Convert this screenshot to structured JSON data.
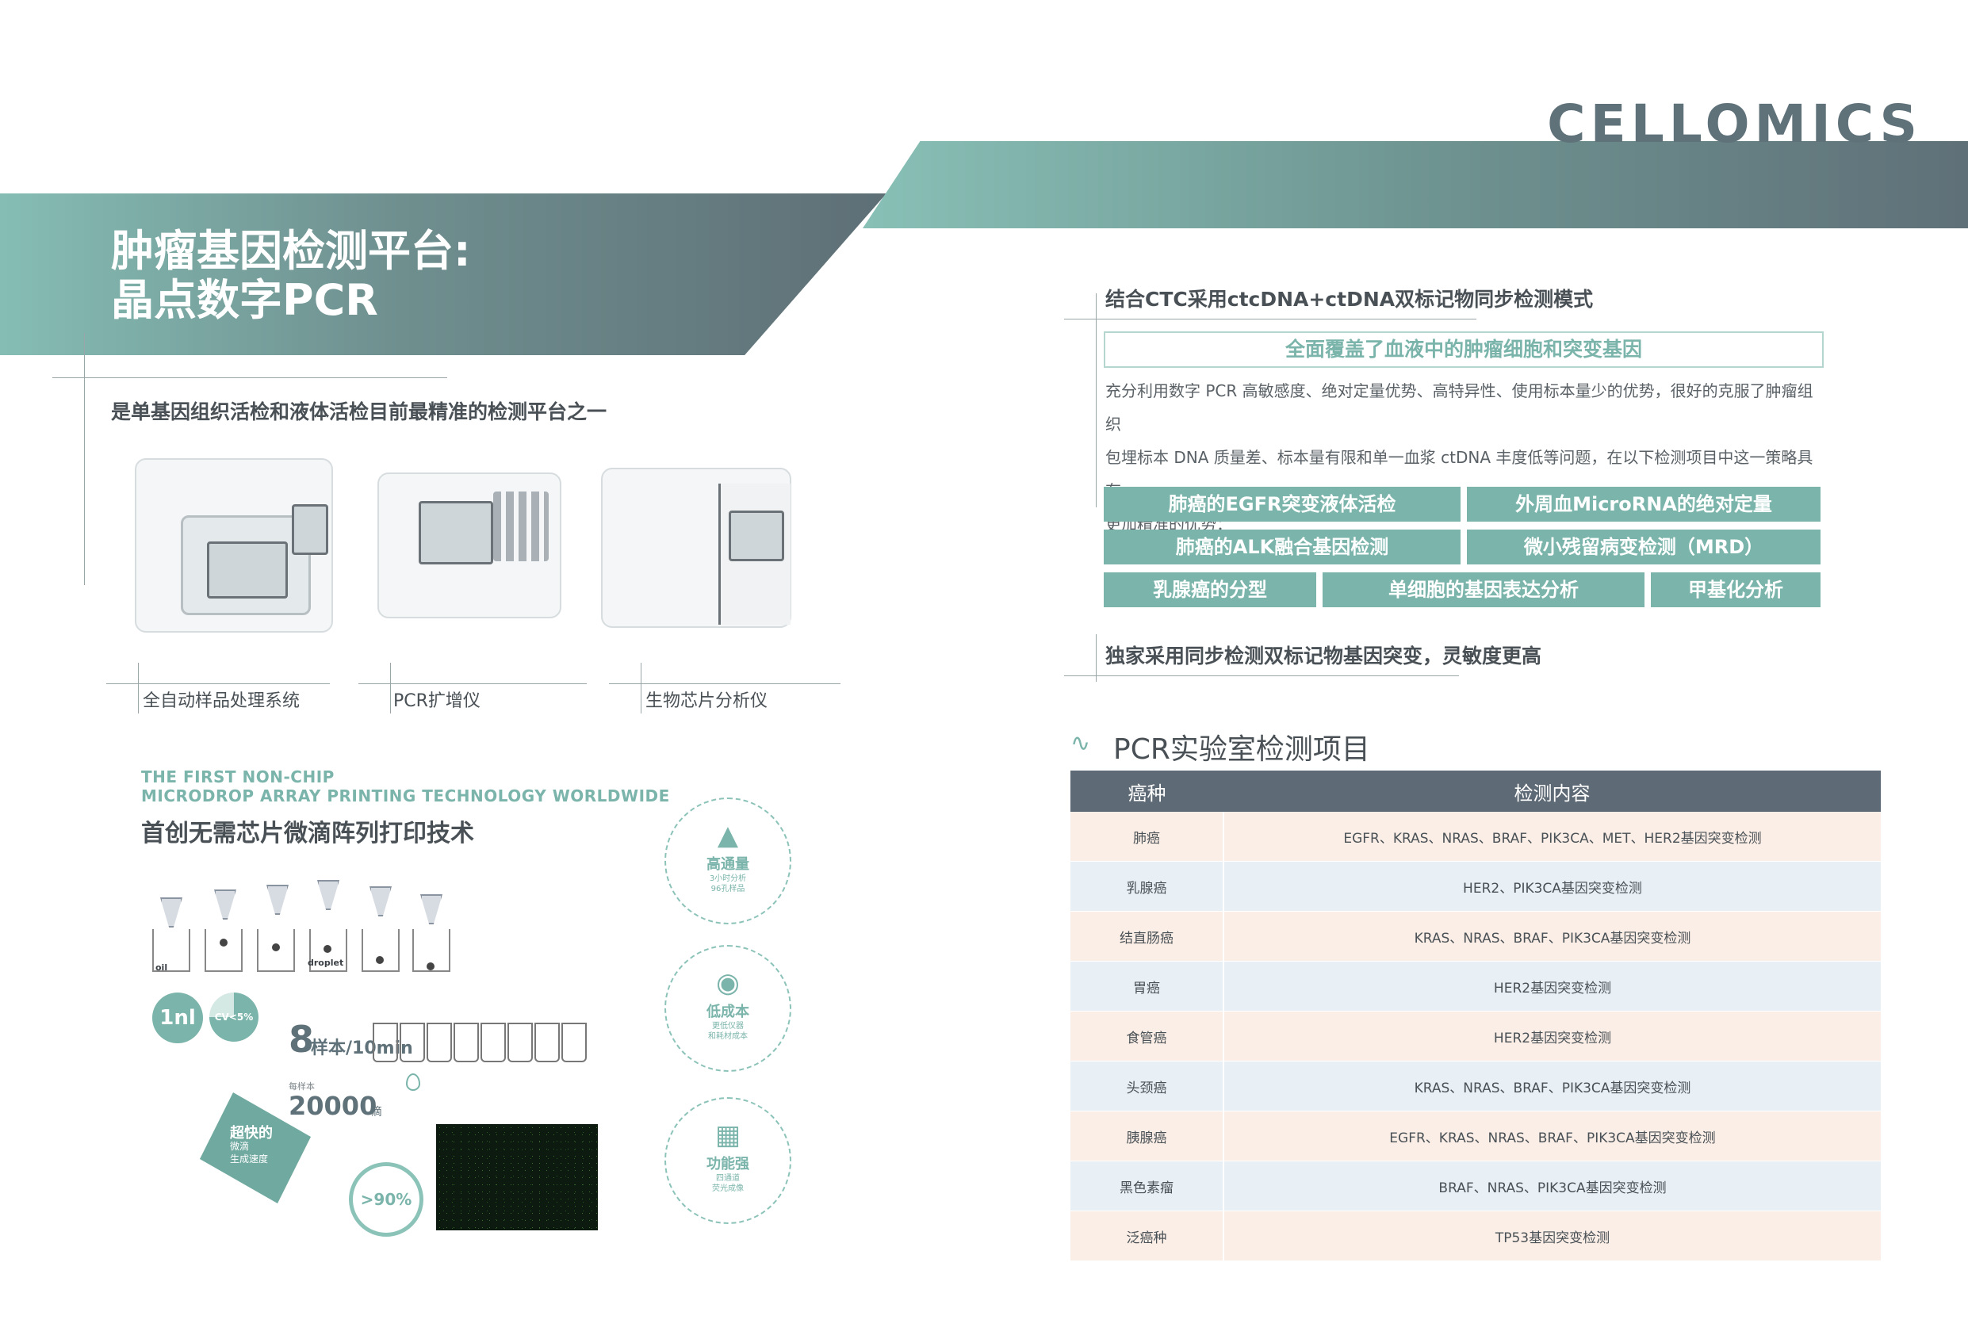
{
  "brand": {
    "logo": "CELLOMICS"
  },
  "left": {
    "title_line1": "肿瘤基因检测平台:",
    "title_line2": "晶点数字PCR",
    "subtitle": "是单基因组织活检和液体活检目前最精准的检测平台之一",
    "devices": [
      {
        "label": "全自动样品处理系统"
      },
      {
        "label": "PCR扩增仪"
      },
      {
        "label": "生物芯片分析仪"
      }
    ],
    "tech": {
      "eng_line1": "THE FIRST NON-CHIP",
      "eng_line2": "MICRODROP ARRAY PRINTING TECHNOLOGY WORLDWIDE",
      "cn": "首创无需芯片微滴阵列打印技术",
      "oil": "oil",
      "droplet": "droplet",
      "vol": "1nl",
      "cv": "CV<5%",
      "speed_num": "8",
      "speed_unit": "样本/10min",
      "per_sample": "每样本",
      "drops_num": "20000",
      "drops_unit": "滴",
      "fast_title": "超快的",
      "fast_sub1": "微滴",
      "fast_sub2": "生成速度",
      "pct": ">90%"
    },
    "features": [
      {
        "icon": "rocket-icon",
        "title": "高通量",
        "sub1": "3小时分析",
        "sub2": "96孔样品"
      },
      {
        "icon": "coins-icon",
        "title": "低成本",
        "sub1": "更低仪器",
        "sub2": "和耗材成本"
      },
      {
        "icon": "signal-icon",
        "title": "功能强",
        "sub1": "四通道",
        "sub2": "荧光成像"
      }
    ]
  },
  "right": {
    "heading1": "结合CTC采用ctcDNA+ctDNA双标记物同步检测模式",
    "highlight": "全面覆盖了血液中的肿瘤细胞和突变基因",
    "para_line1": "充分利用数字 PCR 高敏感度、绝对定量优势、高特异性、使用标本量少的优势，很好的克服了肿瘤组织",
    "para_line2": "包埋标本 DNA 质量差、标本量有限和单一血浆 ctDNA 丰度低等问题，在以下检测项目中这一策略具有",
    "para_line3": "更加精准的优势：",
    "grid_row1": [
      "肺癌的EGFR突变液体活检",
      "外周血MicroRNA的绝对定量"
    ],
    "grid_row2": [
      "肺癌的ALK融合基因检测",
      "微小残留病变检测（MRD）"
    ],
    "grid_row3": [
      "乳腺癌的分型",
      "单细胞的基因表达分析",
      "甲基化分析"
    ],
    "heading2": "独家采用同步检测双标记物基因突变，灵敏度更高",
    "lab_title": "PCR实验室检测项目",
    "table": {
      "headers": [
        "癌种",
        "检测内容"
      ],
      "rows": [
        [
          "肺癌",
          "EGFR、KRAS、NRAS、BRAF、PIK3CA、MET、HER2基因突变检测"
        ],
        [
          "乳腺癌",
          "HER2、PIK3CA基因突变检测"
        ],
        [
          "结直肠癌",
          "KRAS、NRAS、BRAF、PIK3CA基因突变检测"
        ],
        [
          "胃癌",
          "HER2基因突变检测"
        ],
        [
          "食管癌",
          "HER2基因突变检测"
        ],
        [
          "头颈癌",
          "KRAS、NRAS、BRAF、PIK3CA基因突变检测"
        ],
        [
          "胰腺癌",
          "EGFR、KRAS、NRAS、BRAF、PIK3CA基因突变检测"
        ],
        [
          "黑色素瘤",
          "BRAF、NRAS、PIK3CA基因突变检测"
        ],
        [
          "泛癌种",
          "TP53基因突变检测"
        ]
      ]
    }
  },
  "colors": {
    "teal": "#7ab4aa",
    "slate": "#5e6a75",
    "row_peach": "#fbeee6",
    "row_blue": "#e8f0f6"
  }
}
